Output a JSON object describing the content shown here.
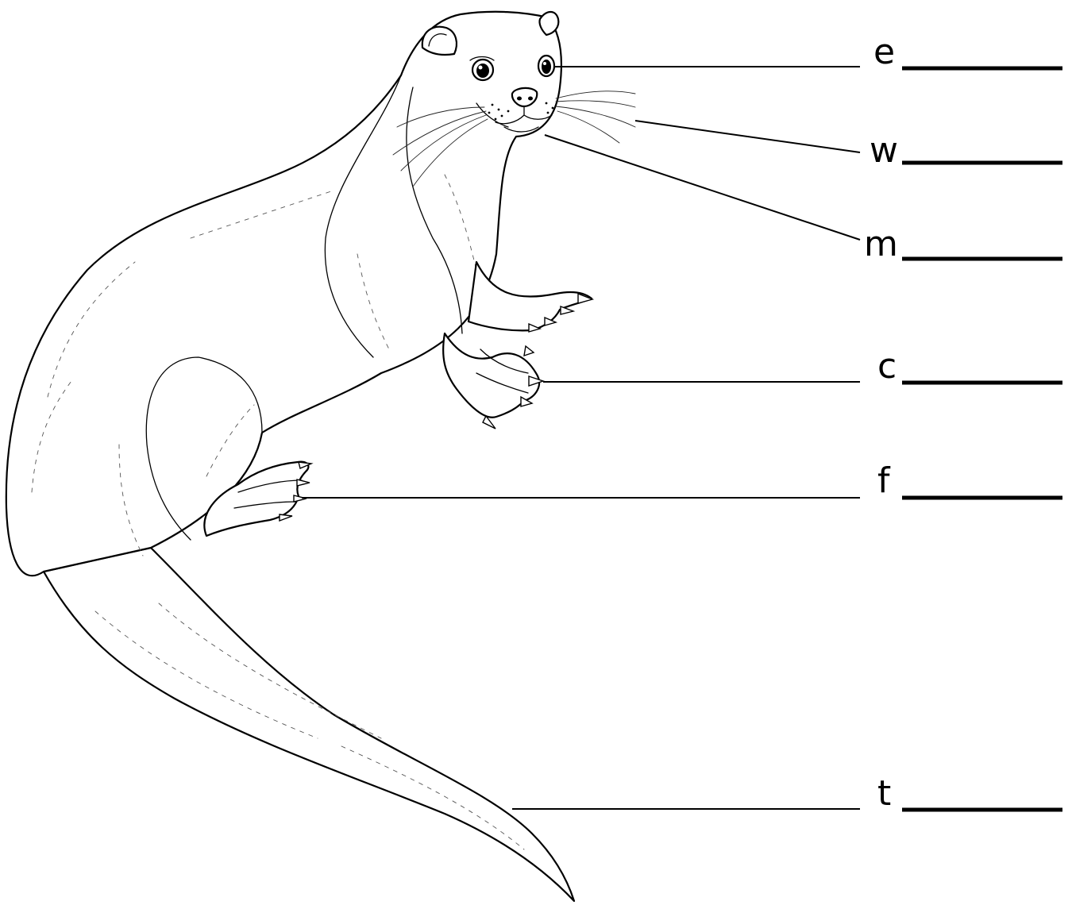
{
  "labels": [
    {
      "id": "eye",
      "letter": "e"
    },
    {
      "id": "whiskers",
      "letter": "w"
    },
    {
      "id": "mouth",
      "letter": "m"
    },
    {
      "id": "claws",
      "letter": "c"
    },
    {
      "id": "foot",
      "letter": "f"
    },
    {
      "id": "tail",
      "letter": "t"
    }
  ]
}
